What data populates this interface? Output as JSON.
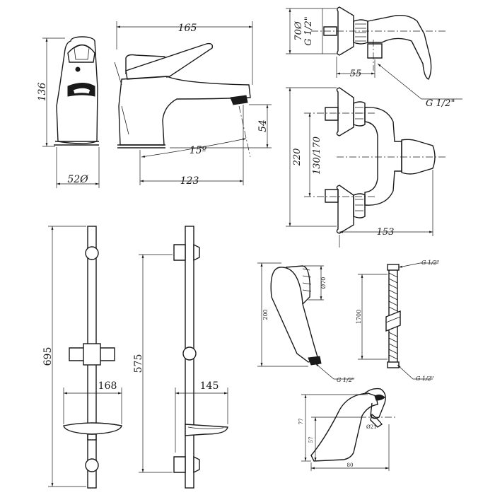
{
  "basin_mixer": {
    "front": {
      "height": "136",
      "diameter": "52Ø"
    },
    "side": {
      "length": "165",
      "spout_height": "54",
      "reach": "123",
      "angle": "15º"
    }
  },
  "shower_mixer": {
    "top": {
      "diameter": "70Ø",
      "thread": "G 1/2\"",
      "depth": "55",
      "outlet_thread": "G 1/2\""
    },
    "front": {
      "height": "220",
      "centres": "130/170",
      "width": "153"
    }
  },
  "slide_rail": {
    "front": {
      "height": "695",
      "dish_width": "168"
    },
    "side": {
      "height": "575",
      "dish_depth": "145"
    }
  },
  "hand_shower": {
    "diameter": "Ø70",
    "length": "200",
    "thread": "G 1/2\""
  },
  "hose": {
    "thread_top": "G 1/2\"",
    "length": "1700",
    "thread_bottom": "G 1/2\""
  },
  "holder": {
    "height_a": "77",
    "height_b": "57",
    "width": "80",
    "bore": "Ø21"
  }
}
